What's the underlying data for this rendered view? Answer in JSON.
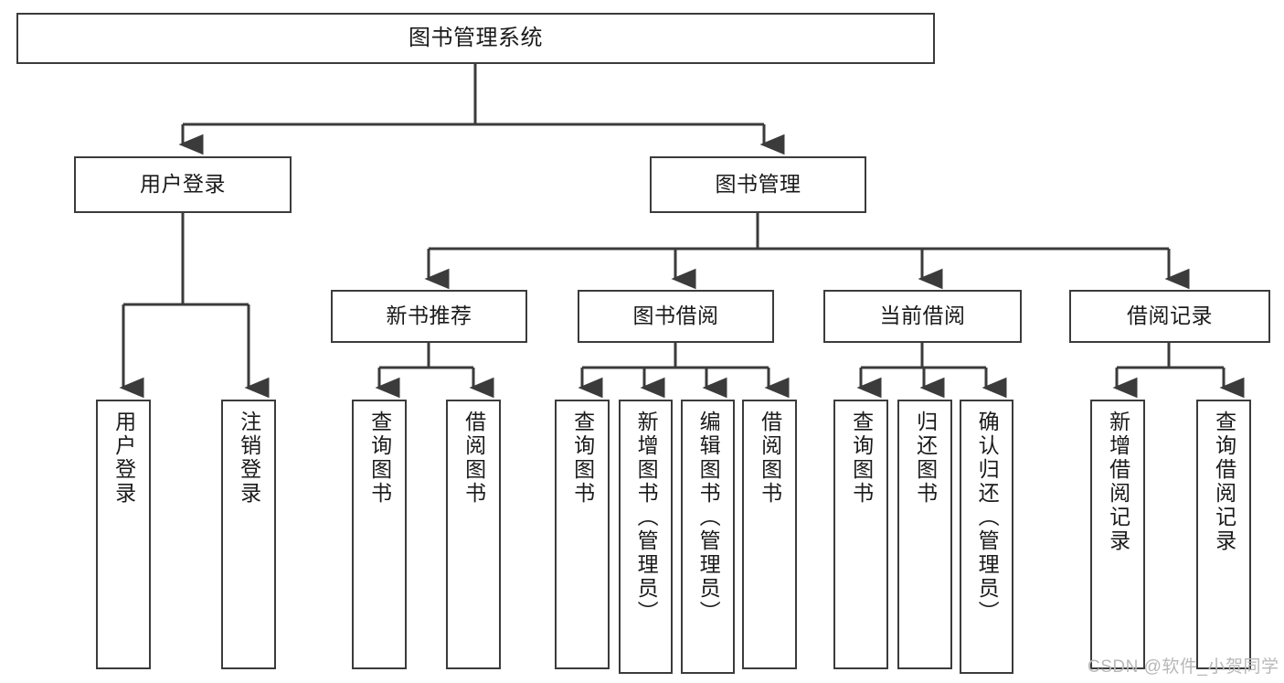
{
  "diagram": {
    "title": "图书管理系统",
    "type": "tree-hierarchy-diagram",
    "colors": {
      "box_border": "#3b3b3b",
      "box_fill": "#ffffff",
      "connector": "#3b3b3b",
      "watermark": "#b8b8b8",
      "background": "#ffffff"
    },
    "root": {
      "label": "图书管理系统"
    },
    "level2": [
      {
        "key": "user-login",
        "label": "用户登录"
      },
      {
        "key": "book-management",
        "label": "图书管理"
      }
    ],
    "level3": [
      {
        "key": "new-book-recommend",
        "label": "新书推荐"
      },
      {
        "key": "book-borrow",
        "label": "图书借阅"
      },
      {
        "key": "current-borrow",
        "label": "当前借阅"
      },
      {
        "key": "borrow-record",
        "label": "借阅记录"
      }
    ],
    "leaves": [
      {
        "key": "leaf-user-login",
        "label": "用户登录",
        "parent": "用户登录"
      },
      {
        "key": "leaf-logout-login",
        "label": "注销登录",
        "parent": "用户登录"
      },
      {
        "key": "leaf-query-book-1",
        "label": "查询图书",
        "parent": "新书推荐"
      },
      {
        "key": "leaf-borrow-book-1",
        "label": "借阅图书",
        "parent": "新书推荐"
      },
      {
        "key": "leaf-query-book-2",
        "label": "查询图书",
        "parent": "图书借阅"
      },
      {
        "key": "leaf-add-book-admin",
        "label": "新增图书（管理员）",
        "parent": "图书借阅"
      },
      {
        "key": "leaf-edit-book-admin",
        "label": "编辑图书（管理员）",
        "parent": "图书借阅"
      },
      {
        "key": "leaf-borrow-book-2",
        "label": "借阅图书",
        "parent": "图书借阅"
      },
      {
        "key": "leaf-query-book-3",
        "label": "查询图书",
        "parent": "当前借阅"
      },
      {
        "key": "leaf-return-book",
        "label": "归还图书",
        "parent": "当前借阅"
      },
      {
        "key": "leaf-confirm-return-admin",
        "label": "确认归还（管理员）",
        "parent": "当前借阅"
      },
      {
        "key": "leaf-add-borrow-record",
        "label": "新增借阅记录",
        "parent": "借阅记录"
      },
      {
        "key": "leaf-query-borrow-record",
        "label": "查询借阅记录",
        "parent": "借阅记录"
      }
    ],
    "watermark": "CSDN @软件_小贺同学"
  }
}
